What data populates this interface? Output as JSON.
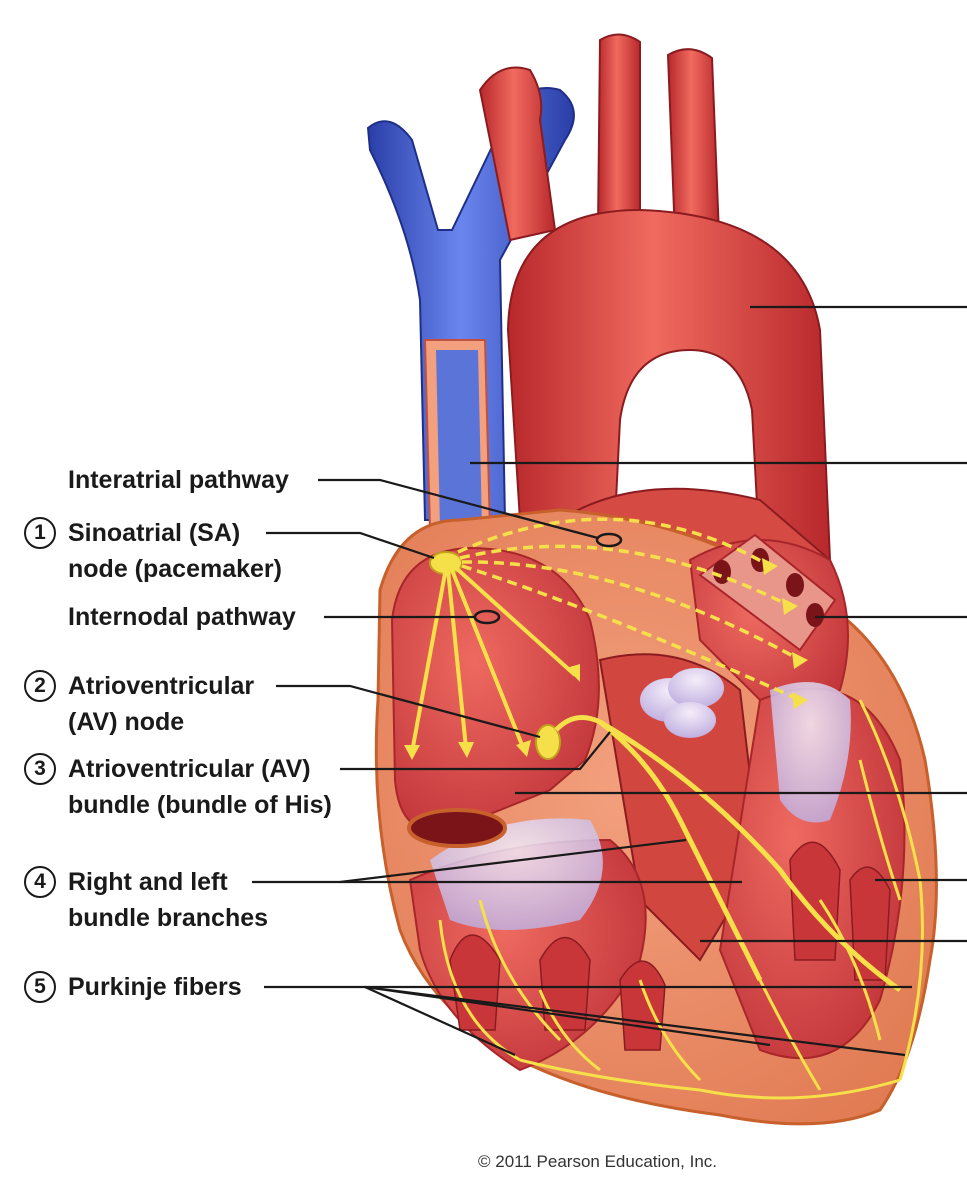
{
  "labels": {
    "interatrial": "Interatrial pathway",
    "sa_line1": "Sinoatrial (SA)",
    "sa_line2": "node (pacemaker)",
    "internodal": "Internodal pathway",
    "av_node_line1": "Atrioventricular",
    "av_node_line2": "(AV) node",
    "av_bundle_line1": "Atrioventricular (AV)",
    "av_bundle_line2": "bundle (bundle of His)",
    "branches_line1": "Right and left",
    "branches_line2": "bundle branches",
    "purkinje": "Purkinje fibers"
  },
  "step_numbers": [
    "1",
    "2",
    "3",
    "4",
    "5"
  ],
  "credit": "© 2011 Pearson Education, Inc.",
  "colors": {
    "muscle": "#d9473f",
    "muscle_dark": "#a8262a",
    "vein": "#3a5ad0",
    "conduction": "#f5e04a",
    "valve": "#c9b8e6",
    "epicardium": "#f0a060"
  }
}
